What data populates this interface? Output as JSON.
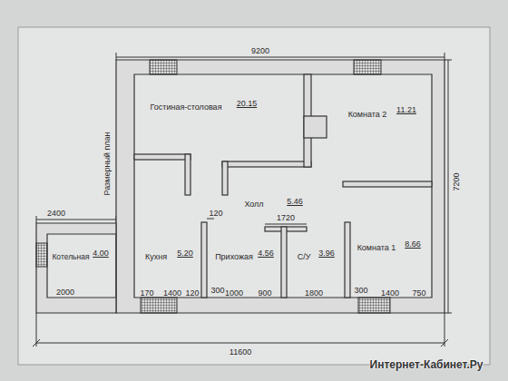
{
  "diagram": {
    "labels": [
      "Размерный план",
      "9200",
      "Гостиная-столовая",
      "20.15",
      "Комната 2",
      "11.21",
      "7200",
      "Холл",
      "5.46",
      "120",
      "1720",
      "2400",
      "Котельная",
      "4.00",
      "Кухня",
      "5.20",
      "Прихожая",
      "4.56",
      "С/У",
      "3.96",
      "Комната 1",
      "8.66",
      "2000",
      "170",
      "1400",
      "120",
      "300",
      "1000",
      "900",
      "1800",
      "300",
      "1400",
      "750",
      "11600",
      "Интернет-Кабинет.Ру"
    ]
  }
}
